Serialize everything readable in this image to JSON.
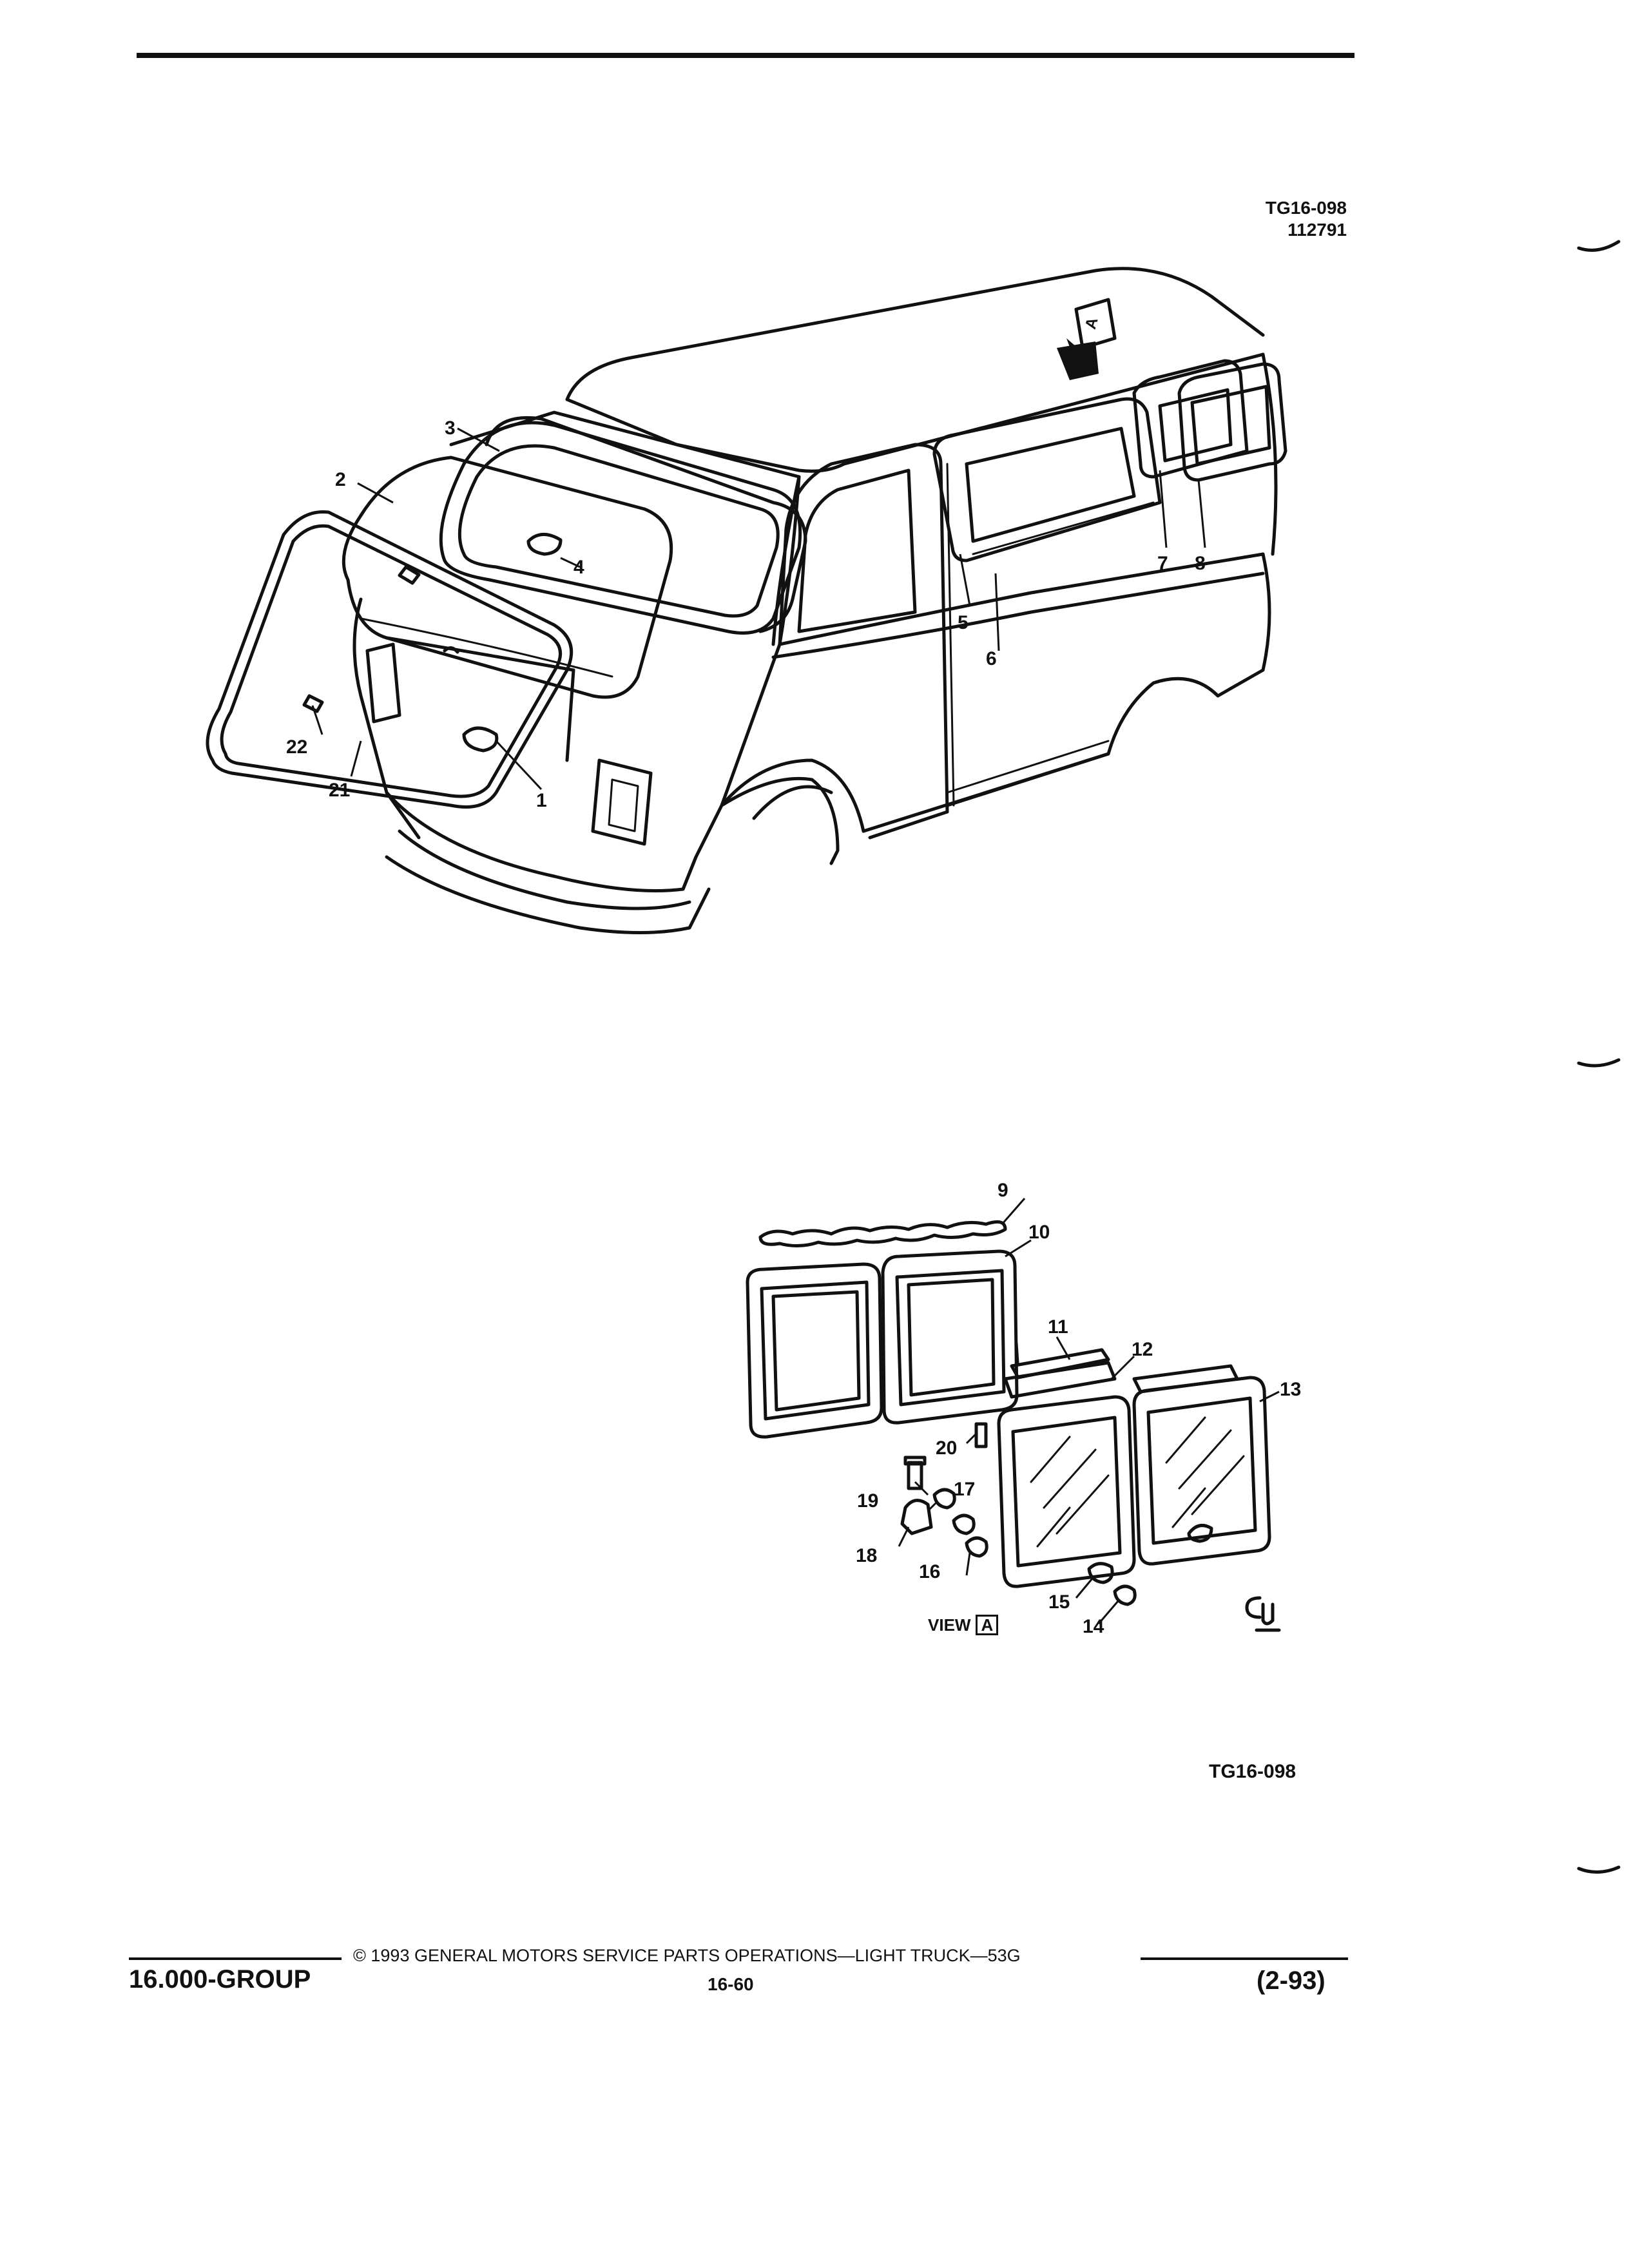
{
  "header": {
    "code": "TG16-098",
    "number": "112791"
  },
  "view_marker": "A",
  "callouts": {
    "c1": "1",
    "c2": "2",
    "c3": "3",
    "c4": "4",
    "c5": "5",
    "c6": "6",
    "c7": "7",
    "c8": "8",
    "c9": "9",
    "c10": "10",
    "c11": "11",
    "c12": "12",
    "c13": "13",
    "c14": "14",
    "c15": "15",
    "c16": "16",
    "c17": "17",
    "c18": "18",
    "c19": "19",
    "c20": "20",
    "c21": "21",
    "c22": "22"
  },
  "view_label": {
    "text": "VIEW",
    "box": "A"
  },
  "figure_code": "TG16-098",
  "footer": {
    "copyright": "© 1993 GENERAL MOTORS SERVICE PARTS OPERATIONS—LIGHT TRUCK—53G",
    "group": "16.000-GROUP",
    "page": "16-60",
    "date": "(2-93)"
  }
}
